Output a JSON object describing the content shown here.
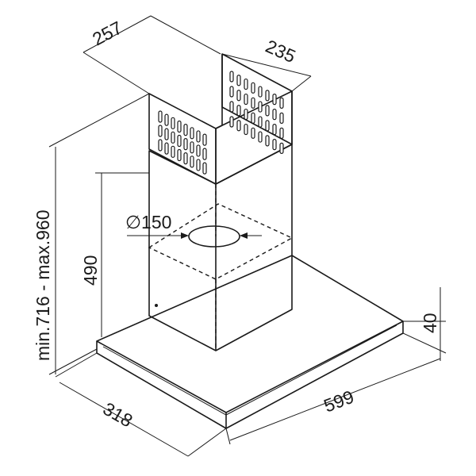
{
  "title": "Chimney hood dimension drawing",
  "dimensions": {
    "chimney_width": "257",
    "chimney_depth": "235",
    "duct_diameter": "∅150",
    "chimney_lower_height": "490",
    "total_height": "min.716 - max.960",
    "canopy_thickness": "40",
    "canopy_depth": "318",
    "canopy_width": "599"
  },
  "colors": {
    "line": "#1a1a1a",
    "background": "#ffffff"
  }
}
